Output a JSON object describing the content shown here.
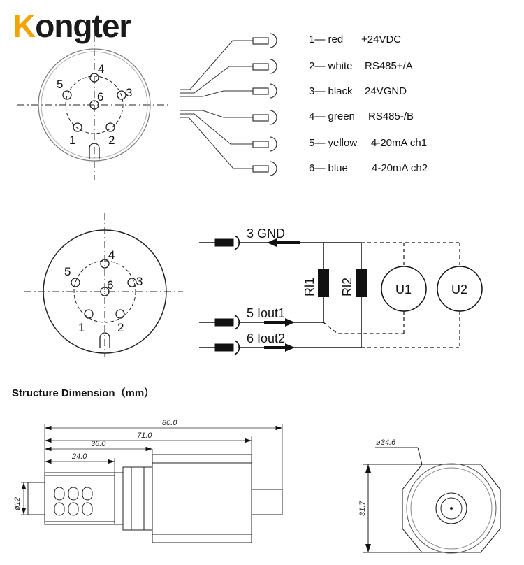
{
  "brand": {
    "name_first": "K",
    "name_rest": "ongter",
    "accent": "#f2a400"
  },
  "wire_table": [
    {
      "pin": "1— red",
      "signal": "+24VDC"
    },
    {
      "pin": "2— white",
      "signal": "RS485+/A"
    },
    {
      "pin": "3— black",
      "signal": "24VGND"
    },
    {
      "pin": "4— green",
      "signal": "RS485-/B"
    },
    {
      "pin": "5— yellow",
      "signal": "4-20mA ch1"
    },
    {
      "pin": "6— blue",
      "signal": "4-20mA ch2"
    }
  ],
  "connector_pins": [
    "1",
    "2",
    "3",
    "4",
    "5",
    "6"
  ],
  "circuit": {
    "gnd_label": "3 GND",
    "iout1_label": "5 Iout1",
    "iout2_label": "6 Iout2",
    "r1": "Rl1",
    "r2": "Rl2",
    "u1": "U1",
    "u2": "U2"
  },
  "section": {
    "title": "Structure Dimension（mm）"
  },
  "dimensions": {
    "d80": "80.0",
    "d71": "71.0",
    "d36": "36.0",
    "d24": "24.0",
    "d12": "ø12",
    "d346": "ø34.6",
    "d317": "31.7"
  }
}
